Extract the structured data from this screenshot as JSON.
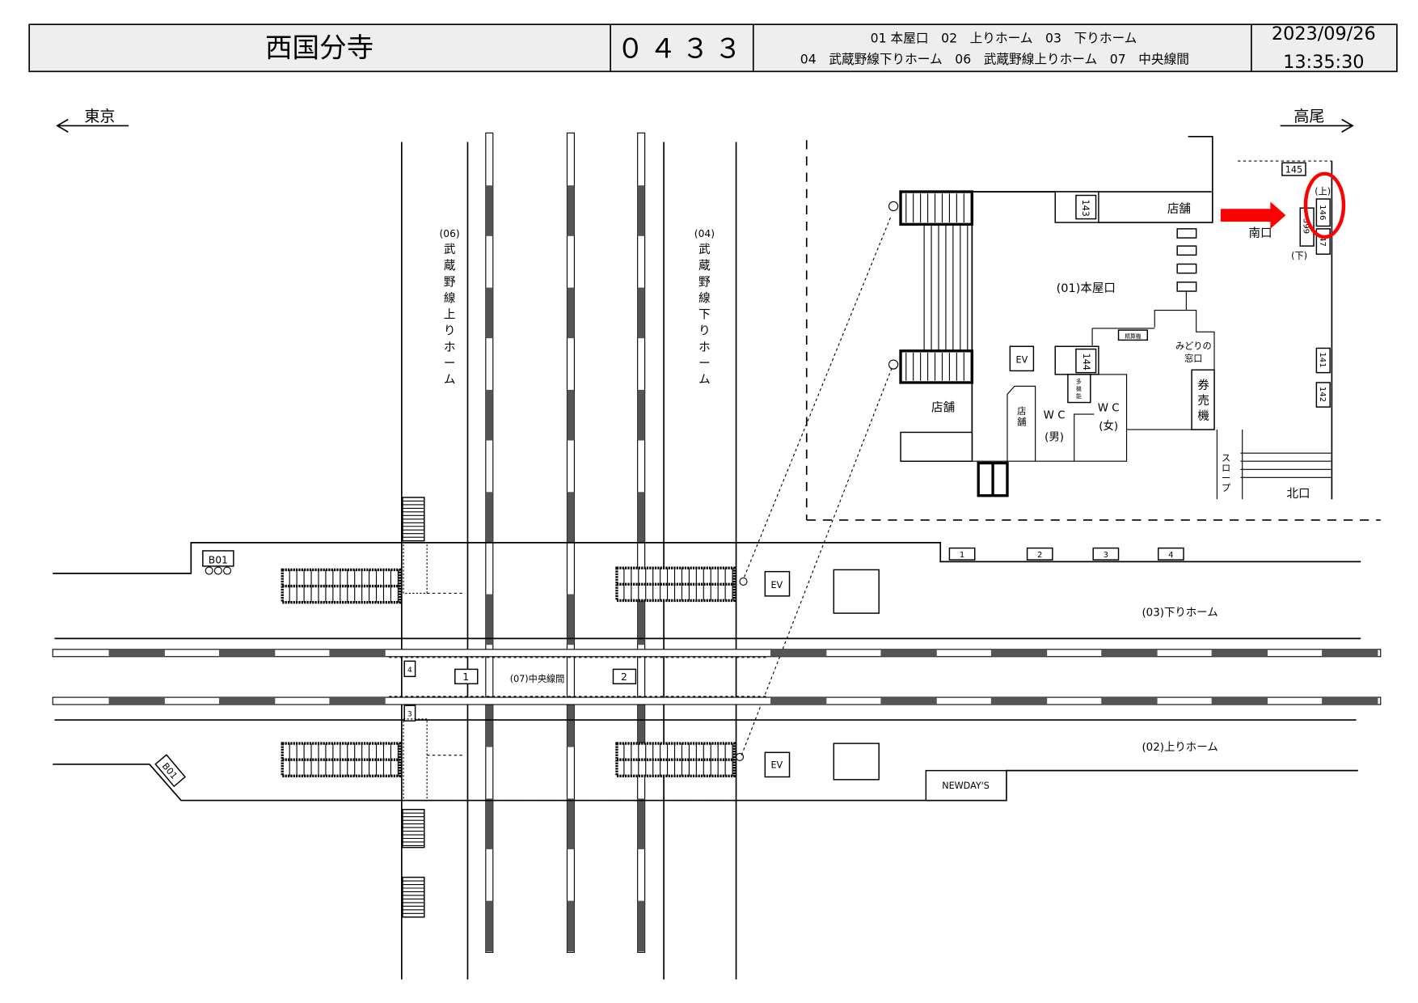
{
  "header": {
    "station_name": "西国分寺",
    "station_code": "０４３３",
    "legend_line1": "01 本屋口　02　上りホーム　03　下りホーム",
    "legend_line2": "04　武蔵野線下りホーム　06　武蔵野線上りホーム　07　中央線間",
    "date": "2023/09/26",
    "time": "13:35:30"
  },
  "directions": {
    "left": "東京",
    "right": "高尾"
  },
  "platforms": {
    "musashino_up": [
      "(06)",
      "武",
      "蔵",
      "野",
      "線",
      "上",
      "り",
      "ホ",
      "ー",
      "ム"
    ],
    "musashino_down": [
      "(04)",
      "武",
      "蔵",
      "野",
      "線",
      "下",
      "り",
      "ホ",
      "ー",
      "ム"
    ],
    "down_platform": "(03)下りホーム",
    "up_platform": "(02)上りホーム",
    "chuo_between": "(07)中央線間"
  },
  "concourse": {
    "main_gate": "(01)本屋口",
    "shop": "店舗",
    "shop_vertical": [
      "店",
      "舗"
    ],
    "ev": "EV",
    "wc_male": [
      "W C",
      "(男)"
    ],
    "wc_female": [
      "W C",
      "(女)"
    ],
    "multi_toilet": [
      "多",
      "機",
      "能"
    ],
    "fare_adjust": "精算機",
    "midori": [
      "みどりの",
      "窓口"
    ],
    "ticket_machine": [
      "券",
      "売",
      "機"
    ],
    "slope": [
      "ス",
      "ロ",
      "ー",
      "プ"
    ],
    "south_exit": "南口",
    "north_exit": "北口",
    "up_mark": "(上)",
    "down_mark": "(下)",
    "newdays": "NEWDAY'S"
  },
  "markers": {
    "m143": "143",
    "m144": "144",
    "m145": "145",
    "m146": "146",
    "m147": "47",
    "m599": "599",
    "m141": "141",
    "m142": "142",
    "b01_top": "B01",
    "b01_bottom": "B01",
    "p1": "1",
    "p2": "2",
    "p3": "3",
    "p4": "4",
    "chuo1": "1",
    "chuo2": "2",
    "side3": "3",
    "side4": "4",
    "side1": "1"
  },
  "highlight_color": "#ff0000"
}
